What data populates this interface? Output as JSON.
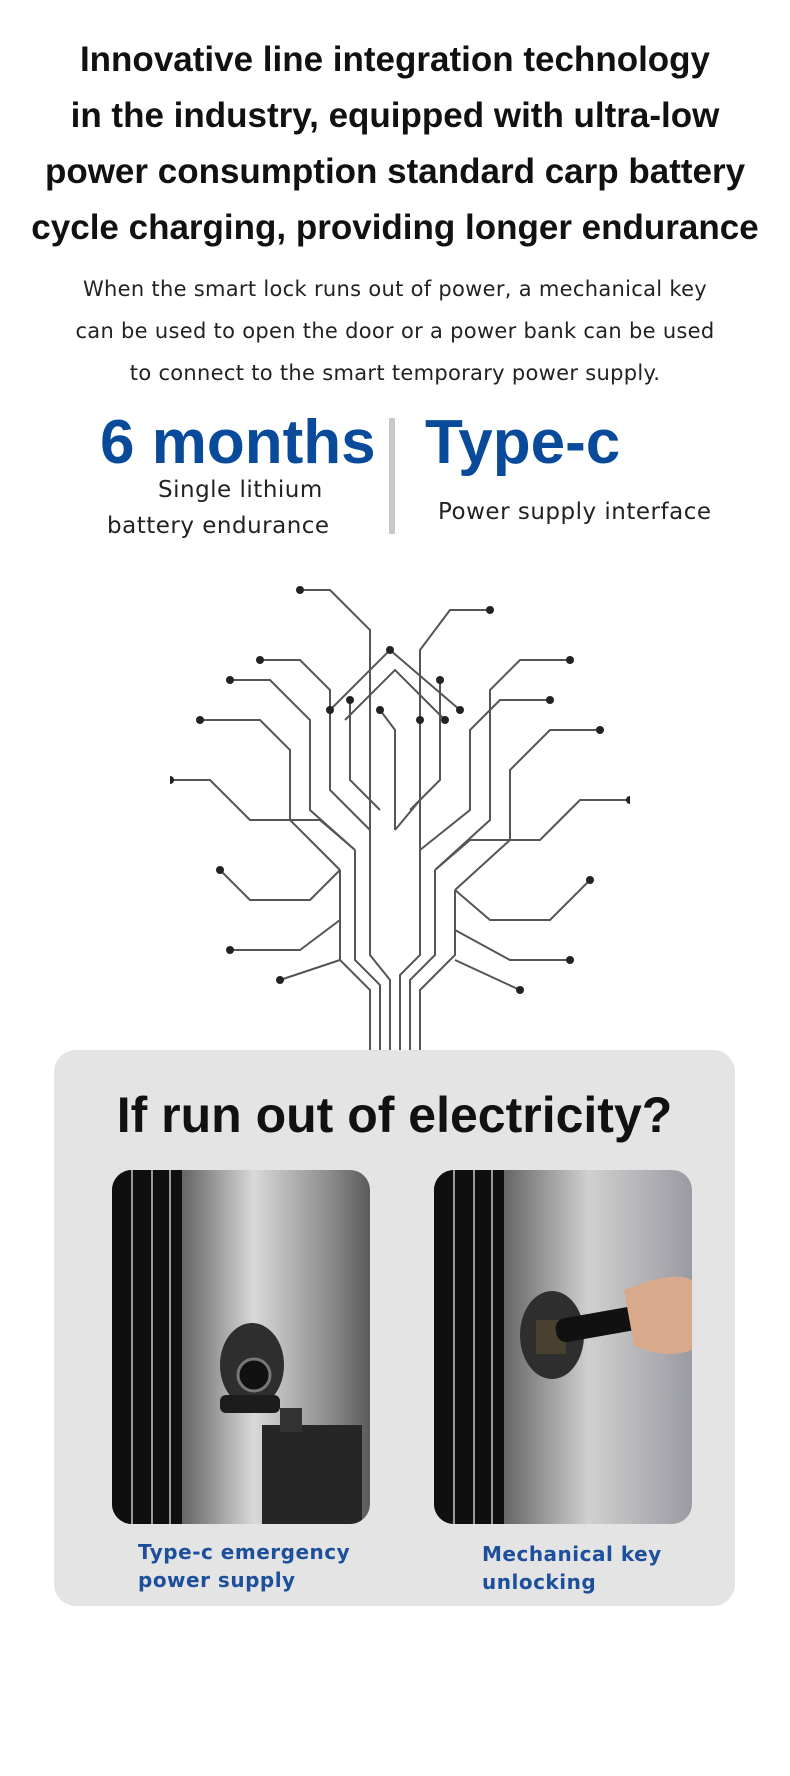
{
  "headline": {
    "lines": [
      "Innovative line integration technology",
      "in the industry, equipped with ultra-low",
      "power consumption standard carp battery",
      "cycle charging, providing longer endurance"
    ]
  },
  "description": {
    "lines": [
      "When the smart lock runs out of power, a mechanical key",
      "can be used to open the door or a power bank can be used",
      "to connect to the smart temporary power supply."
    ]
  },
  "stats": {
    "battery": {
      "value": "6 months",
      "label_line1": "Single lithium",
      "label_line2": "battery endurance"
    },
    "port": {
      "value": "Type-c",
      "label": "Power supply interface"
    }
  },
  "circuit_tree": {
    "icon": "circuit-tree-illustration"
  },
  "panel": {
    "title": "If run out of electricity?",
    "cards": [
      {
        "image": "type-c-power-bank-photo",
        "caption_line1": "Type-c emergency",
        "caption_line2": "power supply"
      },
      {
        "image": "mechanical-key-photo",
        "caption_line1": "Mechanical key",
        "caption_line2": "unlocking"
      }
    ]
  },
  "colors": {
    "accent": "#0a4a9a",
    "caption": "#1d4f9c",
    "panel_bg": "#e4e4e4",
    "divider": "#c8c8c8"
  }
}
